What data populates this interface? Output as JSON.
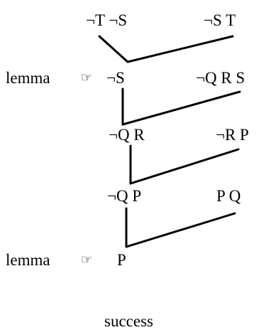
{
  "clauses": {
    "c1": "¬T ¬S",
    "c2": "¬S T",
    "c3": "¬S",
    "c4": "¬Q R S",
    "c5": "¬Q R",
    "c6": "¬R P",
    "c7": "¬Q P",
    "c8": "P Q",
    "c9": "P"
  },
  "annotations": {
    "lemma1": "lemma",
    "lemma2": "lemma",
    "pointer_icon": "pointing-hand-icon",
    "result": "success"
  },
  "colors": {
    "ink": "#000000",
    "background": "#ffffff"
  }
}
